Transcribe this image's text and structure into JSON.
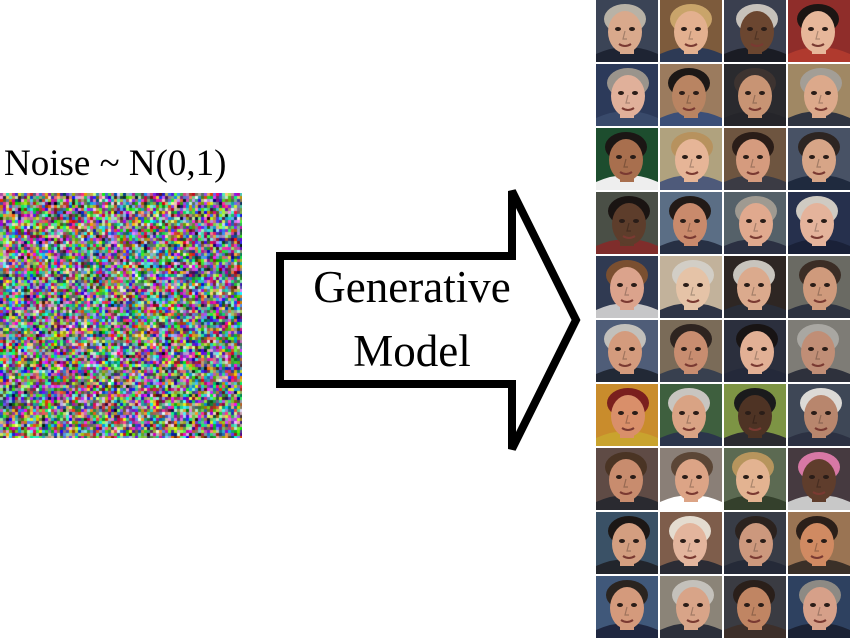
{
  "noise": {
    "label": "Noise ~ N(0,1)"
  },
  "arrow": {
    "line1": "Generative",
    "line2": "Model"
  },
  "samples": {
    "rows": 10,
    "cols": 4,
    "tiles": [
      {
        "skin": "#d9a98c",
        "hair": "#b8b2a6",
        "bg": "#3b4456",
        "shirt": "#1e2433"
      },
      {
        "skin": "#e3b08f",
        "hair": "#c9a46a",
        "bg": "#7d5b3c",
        "shirt": "#2d3a55"
      },
      {
        "skin": "#6b4630",
        "hair": "#c7c2bb",
        "bg": "#3a3f4f",
        "shirt": "#1a1c24"
      },
      {
        "skin": "#e7b79a",
        "hair": "#1c1513",
        "bg": "#8f2d2a",
        "shirt": "#b03a2e"
      },
      {
        "skin": "#e0b09a",
        "hair": "#9a948c",
        "bg": "#2c3a5a",
        "shirt": "#394a6b"
      },
      {
        "skin": "#b98462",
        "hair": "#1d1816",
        "bg": "#9b7b5e",
        "shirt": "#3b4f78"
      },
      {
        "skin": "#c89474",
        "hair": "#3d3330",
        "bg": "#2a2a2e",
        "shirt": "#25252a"
      },
      {
        "skin": "#dca98b",
        "hair": "#a39e96",
        "bg": "#a08864",
        "shirt": "#2f3440"
      },
      {
        "skin": "#a86f4e",
        "hair": "#1b1614",
        "bg": "#1d4d2e",
        "shirt": "#eeeeee"
      },
      {
        "skin": "#e6b597",
        "hair": "#b7925e",
        "bg": "#b0a27e",
        "shirt": "#4e5a7a"
      },
      {
        "skin": "#d59b7e",
        "hair": "#2a1d18",
        "bg": "#6e5540",
        "shirt": "#3b3b44"
      },
      {
        "skin": "#d7a587",
        "hair": "#2d2522",
        "bg": "#485265",
        "shirt": "#1f2a3e"
      },
      {
        "skin": "#5d3d2b",
        "hair": "#1a1412",
        "bg": "#4a4f46",
        "shirt": "#7f2d2b"
      },
      {
        "skin": "#c98a6c",
        "hair": "#221a17",
        "bg": "#5b6e85",
        "shirt": "#273044"
      },
      {
        "skin": "#e0a98e",
        "hair": "#9f9a91",
        "bg": "#556169",
        "shirt": "#2b3042"
      },
      {
        "skin": "#e4b39b",
        "hair": "#cfcac2",
        "bg": "#26304d",
        "shirt": "#1a2138"
      },
      {
        "skin": "#dba38c",
        "hair": "#7a4f30",
        "bg": "#303a52",
        "shirt": "#c6c6c8"
      },
      {
        "skin": "#e5c3a7",
        "hair": "#d2cec6",
        "bg": "#c2b29b",
        "shirt": "#2e3445"
      },
      {
        "skin": "#dbaa8d",
        "hair": "#c8c4bd",
        "bg": "#2e2623",
        "shirt": "#292d38"
      },
      {
        "skin": "#cf9a7c",
        "hair": "#3b2d25",
        "bg": "#6a6a63",
        "shirt": "#2d3240"
      },
      {
        "skin": "#d49b7d",
        "hair": "#c2c0bb",
        "bg": "#4f5d78",
        "shirt": "#222936"
      },
      {
        "skin": "#c88d70",
        "hair": "#2e2420",
        "bg": "#7a6b58",
        "shirt": "#38404f"
      },
      {
        "skin": "#e2b095",
        "hair": "#181414",
        "bg": "#2b2f3d",
        "shirt": "#24293a"
      },
      {
        "skin": "#c08e76",
        "hair": "#a9a7a2",
        "bg": "#7e7c76",
        "shirt": "#2e313c"
      },
      {
        "skin": "#d98f6a",
        "hair": "#7a1f1e",
        "bg": "#c98c2c",
        "shirt": "#c9a32e"
      },
      {
        "skin": "#d9a384",
        "hair": "#c8c5c0",
        "bg": "#3e5f3e",
        "shirt": "#2b354b"
      },
      {
        "skin": "#4e3324",
        "hair": "#1a1a1c",
        "bg": "#7d9444",
        "shirt": "#2b2b30"
      },
      {
        "skin": "#b8866d",
        "hair": "#dcdad6",
        "bg": "#3e4756",
        "shirt": "#2c3142"
      },
      {
        "skin": "#c88c6e",
        "hair": "#4a3424",
        "bg": "#5f4b45",
        "shirt": "#2a2a30"
      },
      {
        "skin": "#dca486",
        "hair": "#5b4636",
        "bg": "#8a7f77",
        "shirt": "#ffffff"
      },
      {
        "skin": "#e3b391",
        "hair": "#b7955d",
        "bg": "#5c6a52",
        "shirt": "#34402c"
      },
      {
        "skin": "#5f3d2c",
        "hair": "#d778a5",
        "bg": "#463a40",
        "shirt": "#c8c8c8"
      },
      {
        "skin": "#d39e80",
        "hair": "#1c1715",
        "bg": "#3a5166",
        "shirt": "#22252c"
      },
      {
        "skin": "#e3b59d",
        "hair": "#e4dcd0",
        "bg": "#7e5d4b",
        "shirt": "#2b2c35"
      },
      {
        "skin": "#cc987d",
        "hair": "#2b221e",
        "bg": "#383c46",
        "shirt": "#252a38"
      },
      {
        "skin": "#d08a62",
        "hair": "#2b1f19",
        "bg": "#9a7453",
        "shirt": "#3a3028"
      },
      {
        "skin": "#d49a7c",
        "hair": "#2a2420",
        "bg": "#40587a",
        "shirt": "#1f2740"
      },
      {
        "skin": "#d8a488",
        "hair": "#c4c1bb",
        "bg": "#8b8478",
        "shirt": "#2c2f3a"
      },
      {
        "skin": "#c08563",
        "hair": "#2a1f1a",
        "bg": "#3a3b42",
        "shirt": "#3d2f2a"
      },
      {
        "skin": "#d6a089",
        "hair": "#8d8a84",
        "bg": "#2e4160",
        "shirt": "#1b2234"
      }
    ]
  }
}
